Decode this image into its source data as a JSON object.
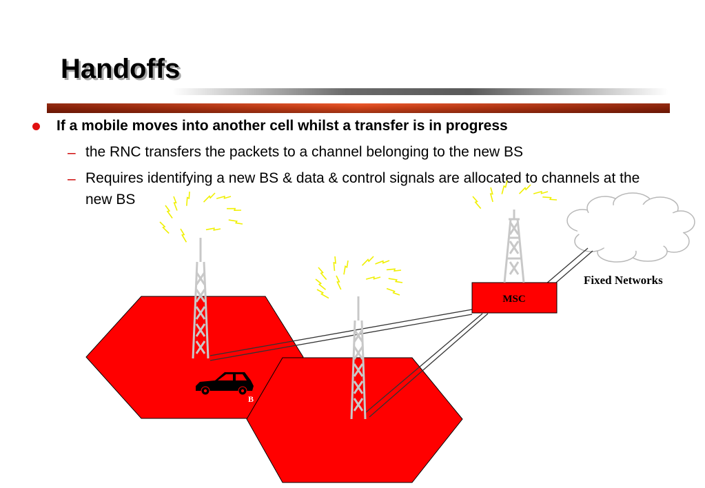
{
  "slide": {
    "title": "Handoffs",
    "bullet": "If a mobile moves into another cell whilst a transfer is in progress",
    "sub_bullets": [
      "the RNC transfers the packets to a channel belonging to the new BS",
      "Requires identifying a new BS & data & control signals are allocated to channels at the new BS"
    ],
    "dash_glyph": "–"
  },
  "diagram": {
    "msc_label": "MSC",
    "cloud_label": "Fixed Networks",
    "car_label": "B",
    "colors": {
      "cell": "#ff0000",
      "msc_box": "#ff0000",
      "tower": "#c8c8c8",
      "signal": "#f0f000",
      "accent_bar": "#c0300c",
      "bullet": "#e01010"
    },
    "icons": [
      "tower-icon",
      "signal-icon",
      "car-icon",
      "cloud-icon"
    ]
  }
}
